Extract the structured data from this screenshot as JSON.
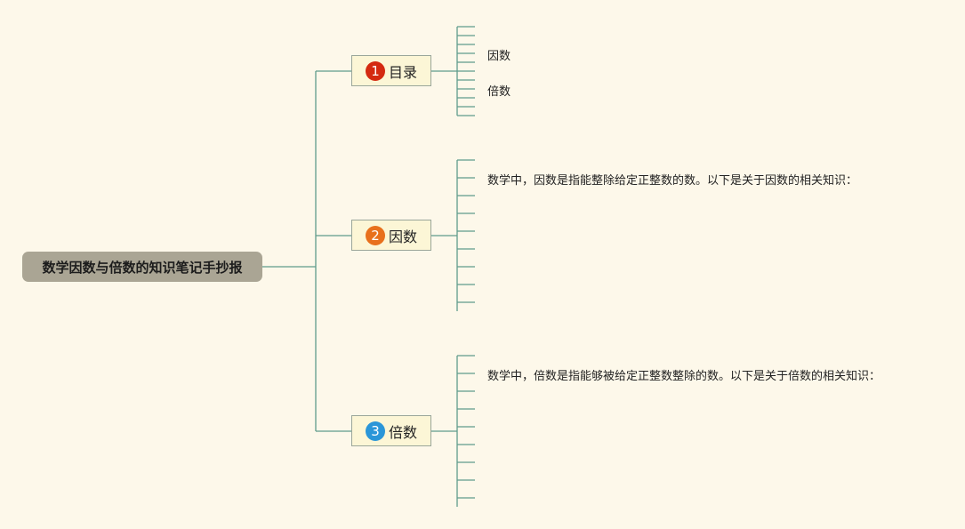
{
  "root": {
    "title": "数学因数与倍数的知识笔记手抄报"
  },
  "branches": [
    {
      "number": "1",
      "label": "目录",
      "badge_color": "#d42a10"
    },
    {
      "number": "2",
      "label": "因数",
      "badge_color": "#e8701c"
    },
    {
      "number": "3",
      "label": "倍数",
      "badge_color": "#2a96d8"
    }
  ],
  "toc_items": [
    "因数",
    "倍数"
  ],
  "factor_intro": "数学中，因数是指能整除给定正整数的数。以下是关于因数的相关知识：",
  "multiple_intro": "数学中，倍数是指能够被给定正整数整除的数。以下是关于倍数的相关知识：",
  "colors": {
    "background": "#fdf8ea",
    "line": "#5f9c8c",
    "root_fill": "#aaa594",
    "node_fill": "#fcf6d6"
  }
}
